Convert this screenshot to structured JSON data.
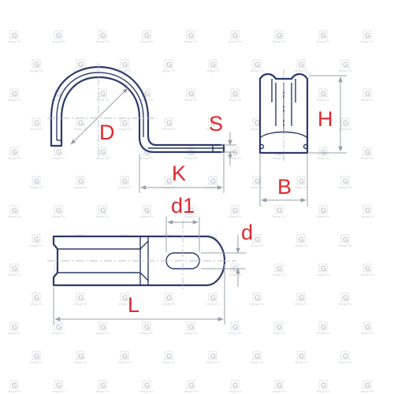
{
  "labels": {
    "D": "D",
    "S": "S",
    "H": "H",
    "K": "K",
    "B": "B",
    "d1": "d1",
    "d": "d",
    "L": "L"
  },
  "watermark": {
    "mark": "G",
    "text": "Mega Fix"
  },
  "colors": {
    "part_outline": "#2d3a6b",
    "dimension_lines": "#9aa0aa",
    "labels": "#e0282e",
    "watermark": "#c4c7cc"
  }
}
